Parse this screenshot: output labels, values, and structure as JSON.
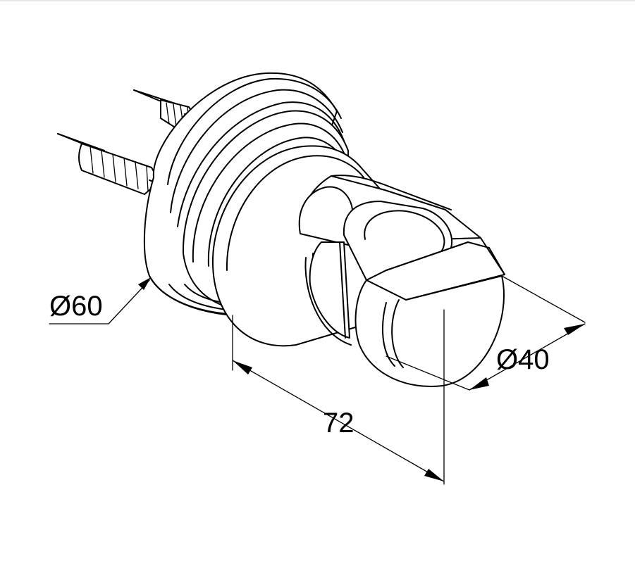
{
  "dimensions": {
    "base_diameter": "Ø60",
    "length": "72",
    "holder_diameter": "Ø40"
  }
}
